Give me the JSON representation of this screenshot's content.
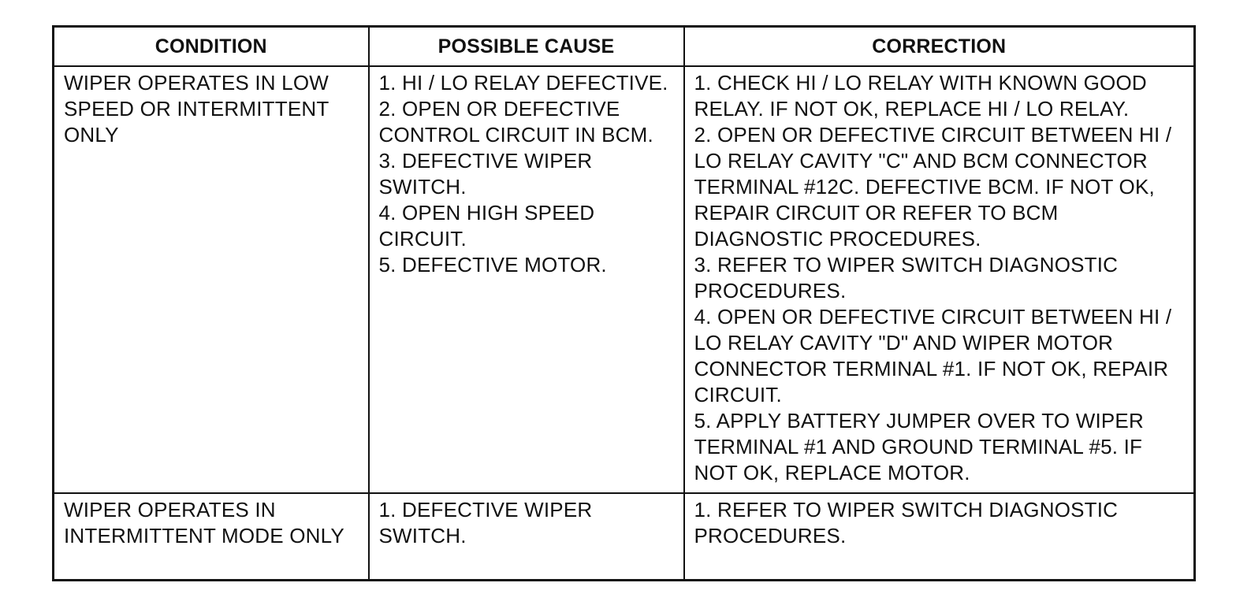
{
  "table": {
    "headers": [
      "CONDITION",
      "POSSIBLE CAUSE",
      "CORRECTION"
    ],
    "rows": [
      {
        "condition": "WIPER OPERATES IN LOW SPEED OR INTERMITTENT ONLY",
        "causes": [
          "1. HI / LO RELAY DEFECTIVE.",
          "2. OPEN OR DEFECTIVE CONTROL CIRCUIT IN BCM.",
          "3. DEFECTIVE WIPER SWITCH.",
          "4. OPEN HIGH SPEED CIRCUIT.",
          "5. DEFECTIVE MOTOR."
        ],
        "corrections": [
          "1. CHECK HI / LO RELAY WITH KNOWN GOOD RELAY. IF NOT OK, REPLACE HI / LO RELAY.",
          "2. OPEN OR DEFECTIVE CIRCUIT BETWEEN HI / LO RELAY CAVITY \"C\" AND BCM CONNECTOR TERMINAL #12C. DEFECTIVE BCM. IF NOT OK, REPAIR CIRCUIT OR REFER TO BCM DIAGNOSTIC PROCEDURES.",
          "3. REFER TO WIPER SWITCH DIAGNOSTIC PROCEDURES.",
          "4. OPEN OR DEFECTIVE CIRCUIT BETWEEN HI / LO RELAY CAVITY \"D\" AND WIPER MOTOR CONNECTOR TERMINAL #1. IF NOT OK, REPAIR CIRCUIT.",
          "5. APPLY BATTERY JUMPER OVER TO WIPER TERMINAL #1 AND GROUND TERMINAL #5. IF NOT OK, REPLACE MOTOR."
        ]
      },
      {
        "condition": "WIPER OPERATES IN INTERMITTENT MODE ONLY",
        "causes": [
          "1. DEFECTIVE WIPER SWITCH."
        ],
        "corrections": [
          "1. REFER TO WIPER SWITCH DIAGNOSTIC PROCEDURES."
        ]
      }
    ]
  }
}
